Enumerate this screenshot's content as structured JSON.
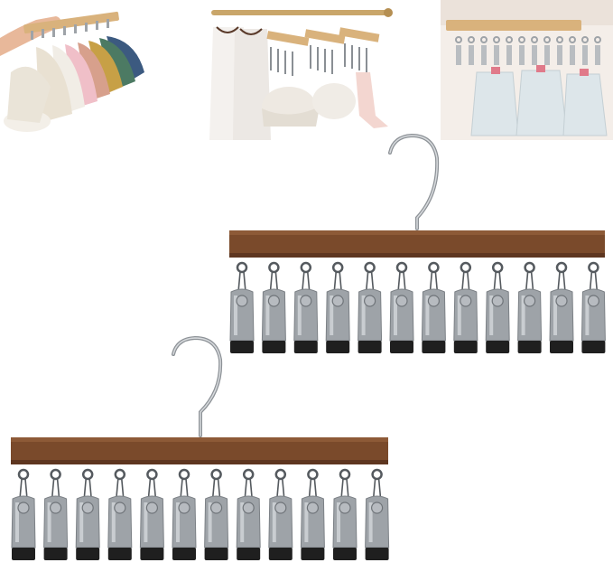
{
  "product": {
    "hanger_count": 2,
    "clips_per_hanger": 12,
    "colors": {
      "wood": "#7a4a2b",
      "wood_dark": "#5e3620",
      "metal": "#9ea3a8",
      "clip_tip": "#1f1f1f"
    }
  },
  "photos": [
    {
      "name": "caps-on-hanger-photo",
      "subject": "caps"
    },
    {
      "name": "closet-rod-photo",
      "subject": "clothes-and-caps"
    },
    {
      "name": "bottles-storage-photo",
      "subject": "bottles"
    }
  ],
  "icons": [
    "hook-icon",
    "clip-icon"
  ]
}
